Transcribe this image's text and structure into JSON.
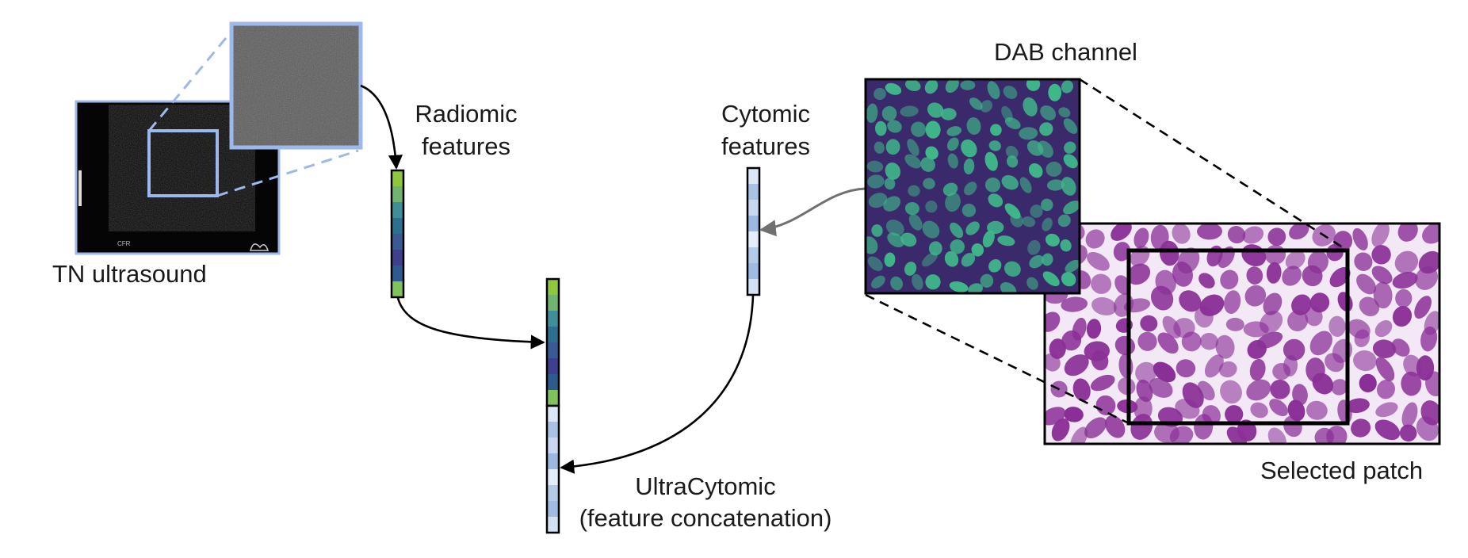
{
  "labels": {
    "tn_ultrasound": "TN ultrasound",
    "radiomic_line1": "Radiomic",
    "radiomic_line2": "features",
    "cytomic_line1": "Cytomic",
    "cytomic_line2": "features",
    "dab_channel": "DAB channel",
    "selected_patch": "Selected patch",
    "ultracytomic_line1": "UltraCytomic",
    "ultracytomic_line2": "(feature concatenation)"
  },
  "ultrasound_overlay": {
    "left_text": "CFR"
  },
  "colors": {
    "roi_blue": "#9db8ea",
    "radiomic_cells": [
      "#8dc63f",
      "#6fb56f",
      "#3e8f9a",
      "#2c6f8e",
      "#3a5a93",
      "#3f3f8f",
      "#2e5b8f",
      "#7fc35a"
    ],
    "cytomic_cells": [
      "#dbe7f6",
      "#a8c2e4",
      "#c8d9ef",
      "#9db8e0",
      "#e4eefa",
      "#b4cbe8",
      "#9fbbe2",
      "#d2e1f3"
    ],
    "dab_background": "#3b2a6b",
    "dab_nucleus": "#3fb98a",
    "he_background": "#f3e9f6",
    "he_nucleus": "#8a2f97"
  }
}
